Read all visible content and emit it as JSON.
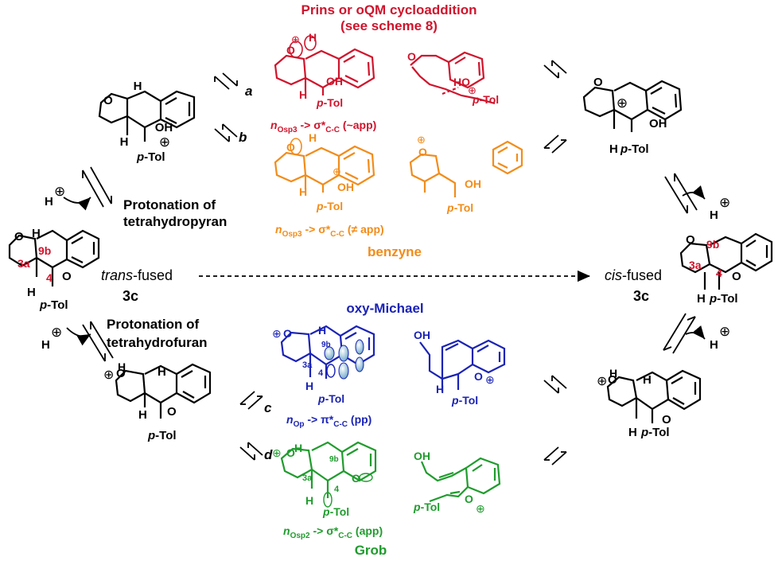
{
  "colors": {
    "prins": "#d0142c",
    "benzyne": "#f28c1a",
    "oxy_michael": "#1a23b5",
    "grob": "#1f9c2d",
    "locant": "#d0142c",
    "black": "#000000"
  },
  "headers": {
    "prins_line1": "Prins or oQM cycloaddition",
    "prins_line2": "(see scheme 8)",
    "benzyne": "benzyne",
    "oxy_michael": "oxy-Michael",
    "grob": "Grob"
  },
  "pathway_letters": [
    "a",
    "b",
    "c",
    "d"
  ],
  "protonation": {
    "thp_line1": "Protonation of",
    "thp_line2": "tetrahydropyran",
    "thf_line1": "Protonation of",
    "thf_line2": "tetrahydrofuran"
  },
  "trans": {
    "prefix": "trans",
    "suffix": "-fused",
    "id": "3c"
  },
  "cis": {
    "prefix": "cis",
    "suffix": "-fused",
    "id": "3c"
  },
  "atoms": {
    "O": "O",
    "H": "H",
    "OH": "OH",
    "HO": "HO",
    "plus": "⊕",
    "ptol_p": "p",
    "ptol_rest": "-Tol"
  },
  "locants": {
    "n3a": "3a",
    "n9b": "9b",
    "n4": "4"
  },
  "orbital_labels": {
    "prins": {
      "n": "n",
      "sub": "Osp3",
      "arrow": " -> σ*",
      "sub2": "C-C",
      "tail": " (~app)"
    },
    "benzyne": {
      "n": "n",
      "sub": "Osp3",
      "arrow": " -> σ*",
      "sub2": "C-C",
      "tail": " (≠ app)"
    },
    "oxy": {
      "n": "n",
      "sub": "Op",
      "arrow": " -> π*",
      "sub2": "C-C",
      "tail": " (pp)"
    },
    "grob": {
      "n": "n",
      "sub": "Osp2",
      "arrow": " -> σ*",
      "sub2": "C-C",
      "tail": " (app)"
    }
  }
}
